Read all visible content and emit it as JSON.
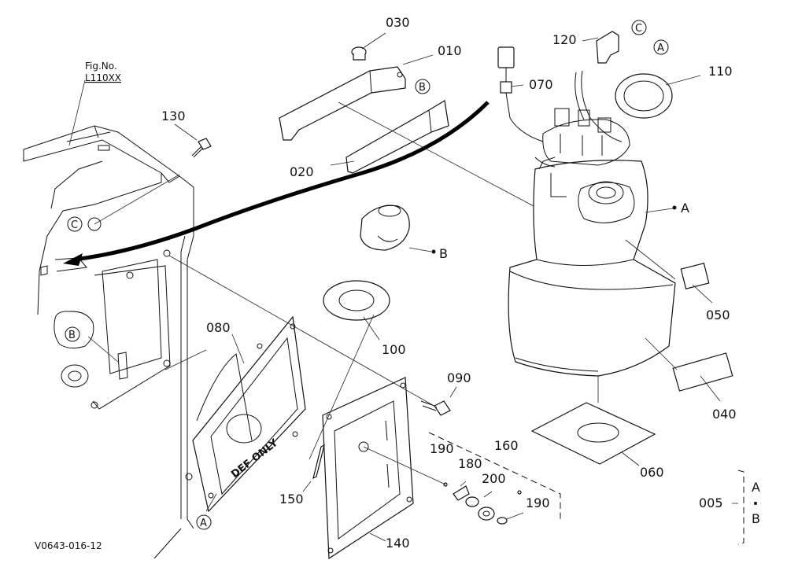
{
  "figure": {
    "fig_label": "Fig.No.",
    "fig_number": "L110XX",
    "drawing_code": "V0643-016-12",
    "def_plate_text": "DEF ONLY"
  },
  "parts": {
    "p005": "005",
    "p010": "010",
    "p020": "020",
    "p030": "030",
    "p040": "040",
    "p050": "050",
    "p060": "060",
    "p070": "070",
    "p080": "080",
    "p090": "090",
    "p100": "100",
    "p110": "110",
    "p120": "120",
    "p130": "130",
    "p140": "140",
    "p150": "150",
    "p160": "160",
    "p180": "180",
    "p190a": "190",
    "p190b": "190",
    "p200": "200"
  },
  "references": {
    "A": "A",
    "B": "B",
    "C": "C"
  }
}
